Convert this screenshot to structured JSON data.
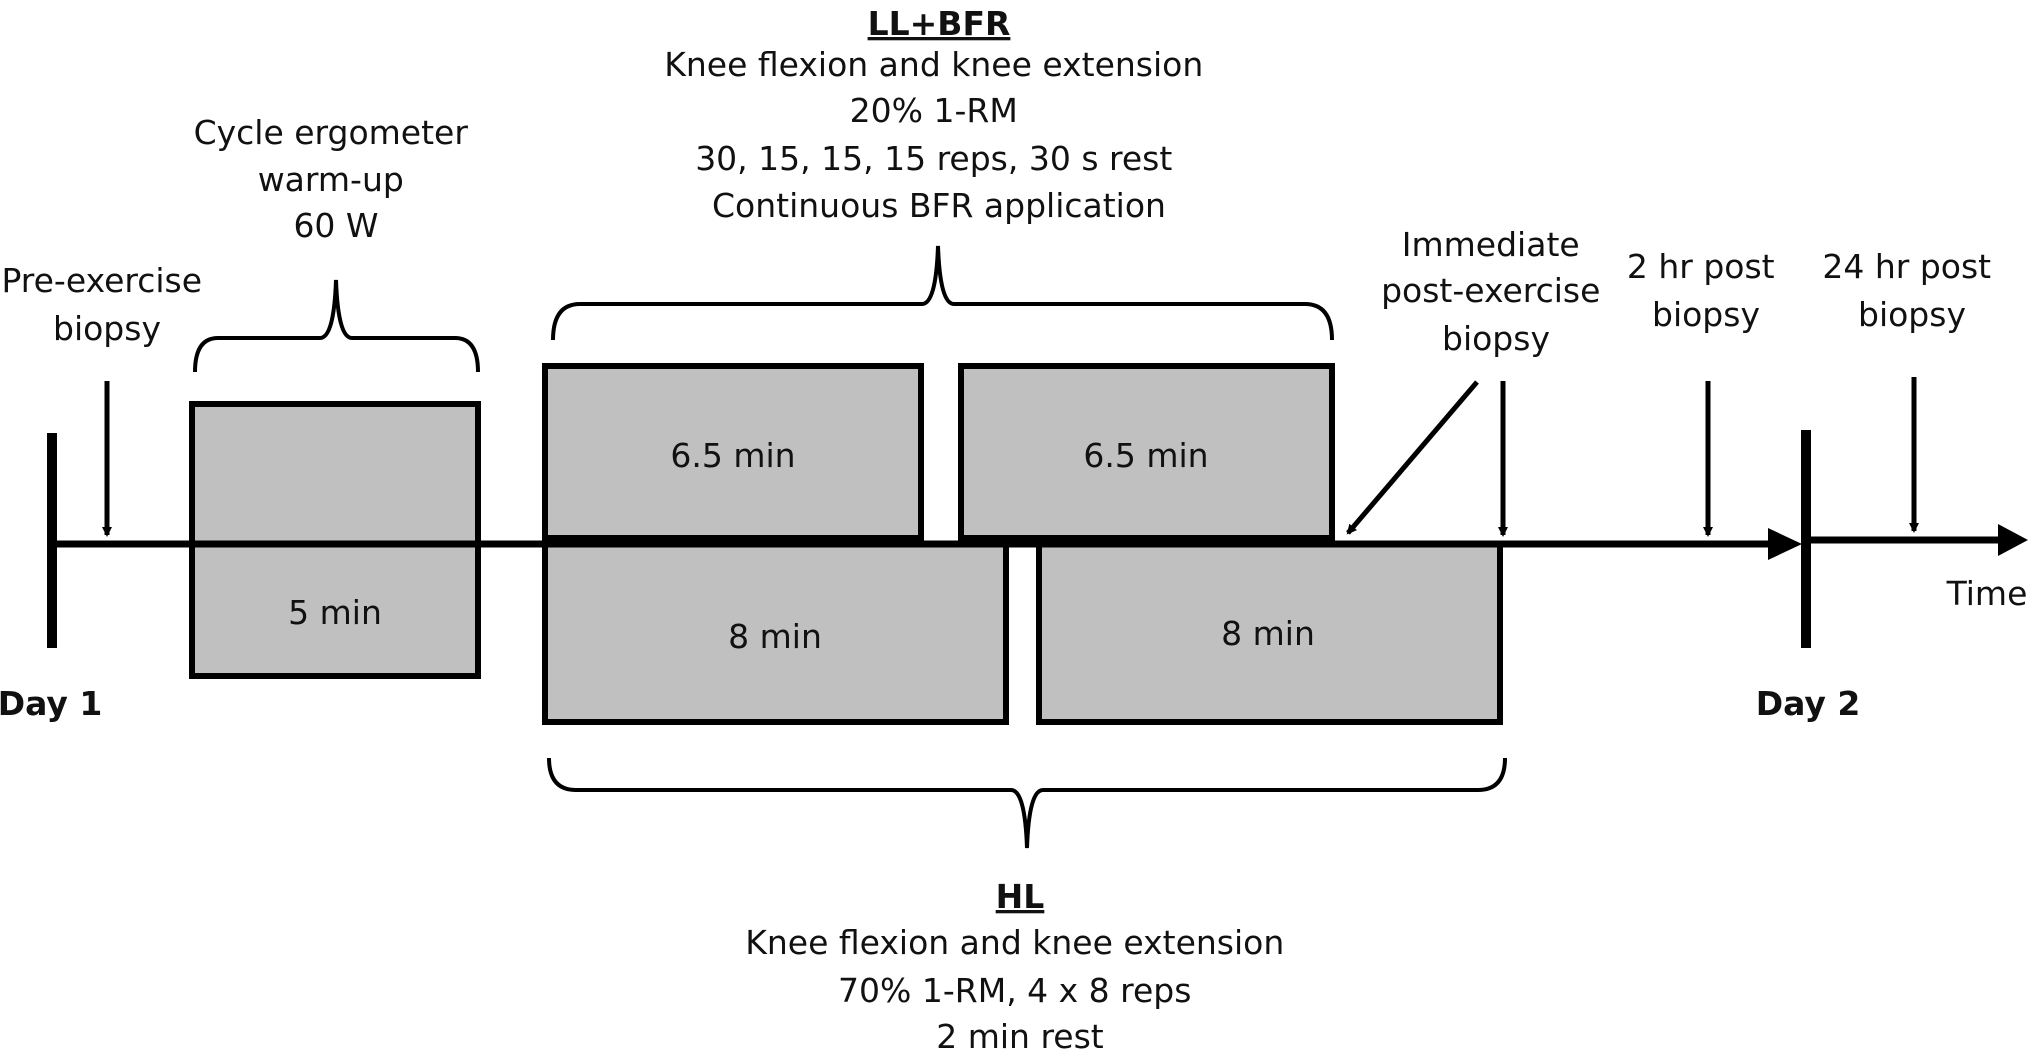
{
  "labels": {
    "pre_exercise_biopsy": [
      "Pre-exercise",
      "biopsy"
    ],
    "warmup": [
      "Cycle ergometer",
      "warm-up",
      "60 W"
    ],
    "llbfr_title": "LL+BFR",
    "llbfr_details": [
      "Knee flexion and knee extension",
      "20% 1-RM",
      "30, 15, 15, 15 reps, 30 s rest",
      "Continuous BFR application"
    ],
    "immediate_biopsy": [
      "Immediate",
      "post-exercise",
      "biopsy"
    ],
    "biopsy_2hr": [
      "2 hr post",
      "biopsy"
    ],
    "biopsy_24hr": [
      "24 hr post",
      "biopsy"
    ],
    "day1": "Day 1",
    "day2": "Day 2",
    "time": "Time",
    "hl_title": "HL",
    "hl_details": [
      "Knee flexion and knee extension",
      "70% 1-RM, 4 x 8 reps",
      "2 min rest"
    ]
  },
  "boxes": {
    "warmup_duration": "5 min",
    "llbfr_block_1": "6.5 min",
    "llbfr_block_2": "6.5 min",
    "hl_block_1": "8 min",
    "hl_block_2": "8 min"
  },
  "colors": {
    "box_fill": "#c0c0c0",
    "stroke": "#000000"
  }
}
